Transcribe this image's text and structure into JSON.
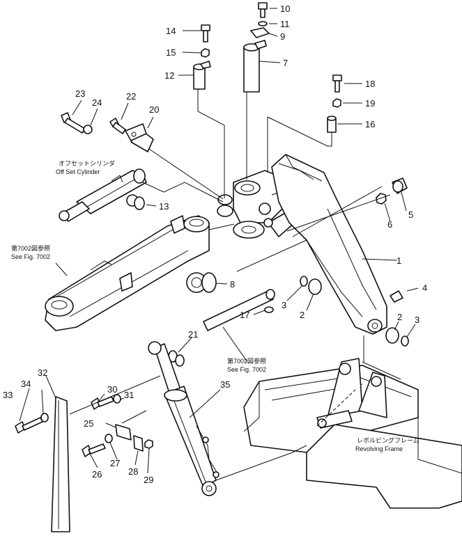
{
  "callouts": [
    "1",
    "2",
    "2",
    "3",
    "3",
    "4",
    "5",
    "6",
    "7",
    "8",
    "9",
    "10",
    "11",
    "12",
    "13",
    "14",
    "15",
    "16",
    "17",
    "18",
    "19",
    "20",
    "21",
    "22",
    "23",
    "24",
    "25",
    "26",
    "27",
    "28",
    "29",
    "30",
    "31",
    "32",
    "33",
    "34",
    "35"
  ],
  "notes": {
    "offset_cylinder_jp": "オフセットシリンダ",
    "offset_cylinder_en": "Off Set Cylinder",
    "see_fig_a_jp": "第7002図参照",
    "see_fig_a_en": "See Fig. 7002",
    "see_fig_b_jp": "第7002図参照",
    "see_fig_b_en": "See Fig. 7002",
    "revolving_frame_jp": "レボルビングフレーム",
    "revolving_frame_en": "Revolving Frame"
  }
}
